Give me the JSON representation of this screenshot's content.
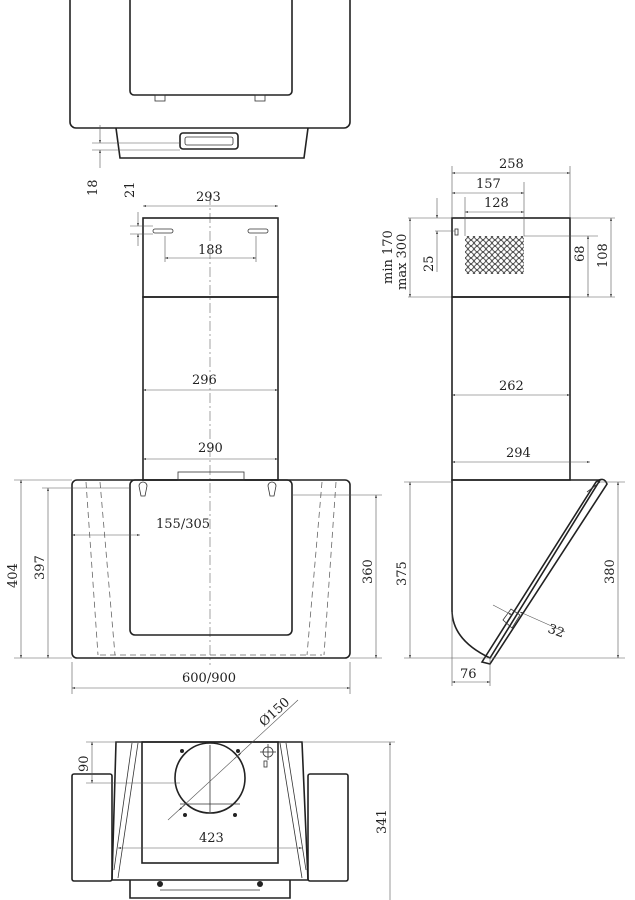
{
  "top_view": {
    "dim_18": "18"
  },
  "front_view": {
    "dim_21": "21",
    "dim_293": "293",
    "dim_188": "188",
    "dim_296": "296",
    "dim_290": "290",
    "dim_155_305": "155/305",
    "dim_404": "404",
    "dim_397": "397",
    "dim_360": "360",
    "dim_600_900": "600/900"
  },
  "side_view": {
    "dim_258": "258",
    "dim_157": "157",
    "dim_128": "128",
    "dim_min": "min 170",
    "dim_max": "max 300",
    "dim_25": "25",
    "dim_68": "68",
    "dim_108": "108",
    "dim_262": "262",
    "dim_294": "294",
    "dim_375": "375",
    "dim_380": "380",
    "dim_32": "32",
    "dim_76": "76"
  },
  "bottom_view": {
    "dim_150": "Ø150",
    "dim_90": "90",
    "dim_423": "423",
    "dim_341": "341"
  }
}
